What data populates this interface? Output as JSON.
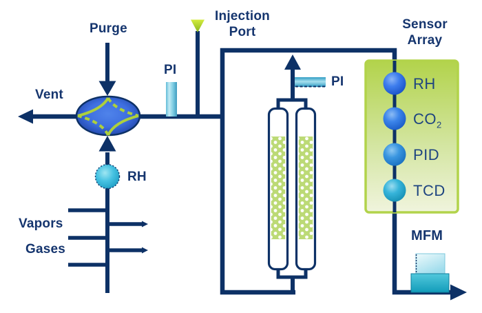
{
  "colors": {
    "navy": "#0d3166",
    "text-navy": "#15356e",
    "sensor-label-navy": "#1e4480",
    "accent-green": "#a6cb3d",
    "packing-green": "#bcda76",
    "sensor-box-green": "#b2d34b",
    "cyan": "#46c2e2"
  },
  "labels": {
    "purge": "Purge",
    "vent": "Vent",
    "pi_left": "PI",
    "pi_right": "PI",
    "injection_port_line1": "Injection",
    "injection_port_line2": "Port",
    "sensor_array_line1": "Sensor",
    "sensor_array_line2": "Array",
    "rh_inline_sensor": "RH",
    "vapors": "Vapors",
    "gases": "Gases",
    "mfm": "MFM"
  },
  "sensor_array": {
    "sensors": [
      {
        "label": "RH",
        "sub": ""
      },
      {
        "label": "CO",
        "sub": "2"
      },
      {
        "label": "PID",
        "sub": ""
      },
      {
        "label": "TCD",
        "sub": ""
      }
    ]
  }
}
